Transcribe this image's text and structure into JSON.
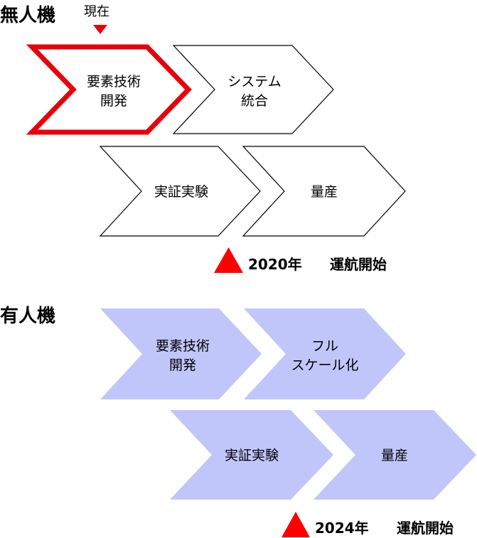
{
  "unmanned": {
    "title": "無人機",
    "current_label": "現在",
    "steps": {
      "tech_dev": {
        "line1": "要素技術",
        "line2": "開発"
      },
      "system_integration": {
        "line1": "システム",
        "line2": "統合"
      },
      "demonstration": {
        "line1": "実証実験"
      },
      "mass_production": {
        "line1": "量産"
      }
    },
    "milestone": {
      "year": "2020年",
      "text": "運航開始"
    }
  },
  "manned": {
    "title": "有人機",
    "steps": {
      "tech_dev": {
        "line1": "要素技術",
        "line2": "開発"
      },
      "full_scale": {
        "line1": "フル",
        "line2": "スケール化"
      },
      "demonstration": {
        "line1": "実証実験"
      },
      "mass_production": {
        "line1": "量産"
      }
    },
    "milestone": {
      "year": "2024年",
      "text": "運航開始"
    }
  },
  "colors": {
    "current_highlight": "#e8000b",
    "outline": "#000000",
    "manned_fill": "#c1c6fa",
    "marker": "#ff0000"
  }
}
